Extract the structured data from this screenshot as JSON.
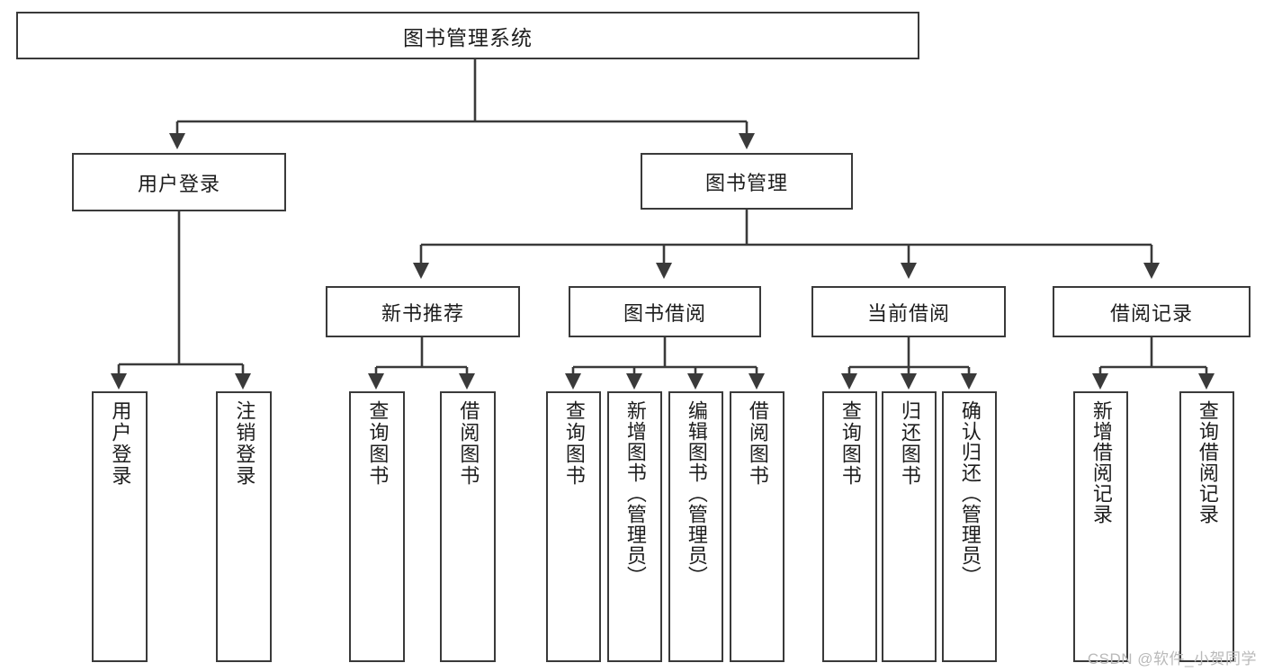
{
  "diagram": {
    "title": "图书管理系统",
    "type": "tree",
    "watermark": "CSDN @软件_小贺同学",
    "colors": {
      "stroke": "#3a3a3a",
      "fill": "#ffffff",
      "text": "#1d1d1d",
      "watermark": "#b9b9b9"
    },
    "root": {
      "label": "图书管理系统"
    },
    "level2": [
      {
        "id": "user-login",
        "label": "用户登录"
      },
      {
        "id": "book-manage",
        "label": "图书管理"
      }
    ],
    "level3": [
      {
        "id": "new-book-rec",
        "label": "新书推荐"
      },
      {
        "id": "book-borrow",
        "label": "图书借阅"
      },
      {
        "id": "current-borrow",
        "label": "当前借阅"
      },
      {
        "id": "borrow-record",
        "label": "借阅记录"
      }
    ],
    "leaves": {
      "user_login": [
        {
          "id": "leaf-user-login",
          "label": "用户登录"
        },
        {
          "id": "leaf-logout",
          "label": "注销登录"
        }
      ],
      "new_book_rec": [
        {
          "id": "leaf-query-book-1",
          "label": "查询图书"
        },
        {
          "id": "leaf-borrow-book-1",
          "label": "借阅图书"
        }
      ],
      "book_borrow": [
        {
          "id": "leaf-query-book-2",
          "label": "查询图书"
        },
        {
          "id": "leaf-add-book",
          "label": "新增图书（管理员）"
        },
        {
          "id": "leaf-edit-book",
          "label": "编辑图书（管理员）"
        },
        {
          "id": "leaf-borrow-book-2",
          "label": "借阅图书"
        }
      ],
      "current_borrow": [
        {
          "id": "leaf-query-book-3",
          "label": "查询图书"
        },
        {
          "id": "leaf-return-book",
          "label": "归还图书"
        },
        {
          "id": "leaf-confirm-return",
          "label": "确认归还（管理员）"
        }
      ],
      "borrow_record": [
        {
          "id": "leaf-add-record",
          "label": "新增借阅记录"
        },
        {
          "id": "leaf-query-record",
          "label": "查询借阅记录"
        }
      ]
    }
  }
}
